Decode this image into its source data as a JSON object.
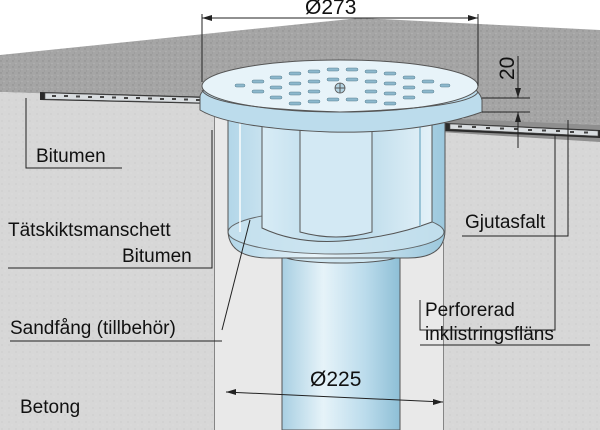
{
  "dimensions": {
    "top_diameter": "Ø273",
    "pipe_diameter": "Ø225",
    "height": "20"
  },
  "labels": {
    "bitumen": "Bitumen",
    "tatskikt_line1": "Tätskiktsmanschett",
    "tatskikt_line2": "Bitumen",
    "sandfang": "Sandfång (tillbehör)",
    "betong": "Betong",
    "gjutasfalt": "Gjutasfalt",
    "perforerad_line1": "Perforerad",
    "perforerad_line2": "inklistringsfläns"
  },
  "colors": {
    "asphalt": "#a3a3a3",
    "concrete": "#d6d6d6",
    "drain": "#bcdcec",
    "drain_light": "#e3f1f8",
    "drain_dark": "#8ebfd6",
    "membrane": "#2a2a2a",
    "line": "#222222"
  }
}
